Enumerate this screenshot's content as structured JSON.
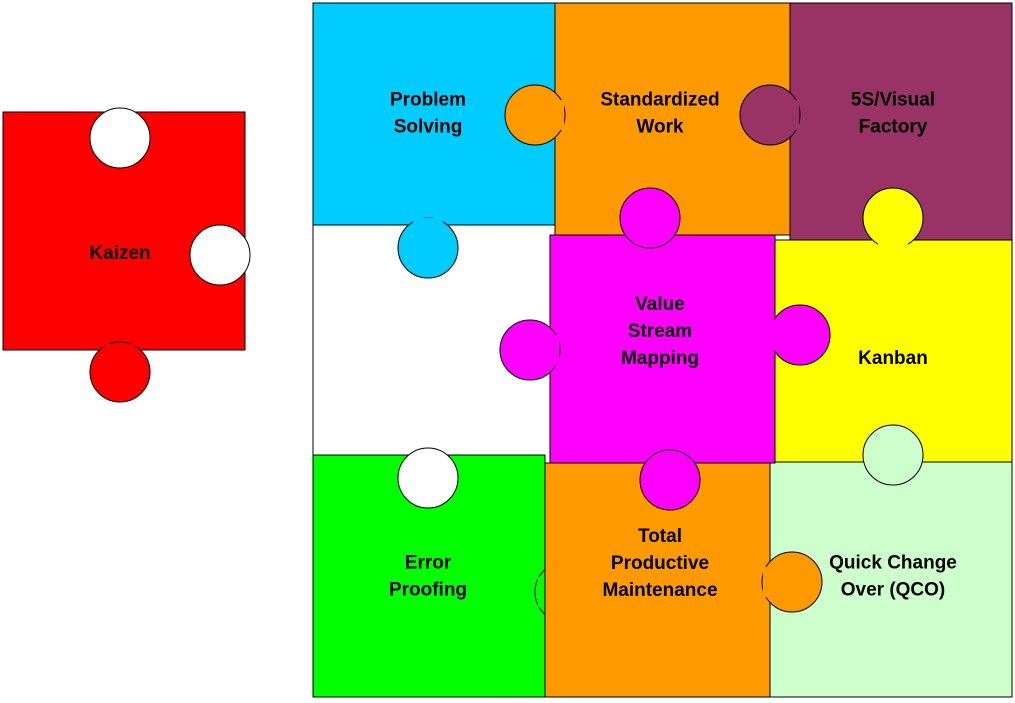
{
  "title": "Lean tools puzzle",
  "pieces": [
    {
      "id": "kaizen",
      "lines": [
        "Kaizen"
      ],
      "color": "#FF0000"
    },
    {
      "id": "problem-solving",
      "lines": [
        "Problem",
        "Solving"
      ],
      "color": "#00CCFF"
    },
    {
      "id": "standardized-work",
      "lines": [
        "Standardized",
        "Work"
      ],
      "color": "#FF9900"
    },
    {
      "id": "5s-visual-factory",
      "lines": [
        "5S/Visual",
        "Factory"
      ],
      "color": "#993366"
    },
    {
      "id": "value-stream-mapping",
      "lines": [
        "Value",
        "Stream",
        "Mapping"
      ],
      "color": "#FF00FF"
    },
    {
      "id": "kanban",
      "lines": [
        "Kanban"
      ],
      "color": "#FFFF00"
    },
    {
      "id": "error-proofing",
      "lines": [
        "Error",
        "Proofing"
      ],
      "color": "#00FF00"
    },
    {
      "id": "total-productive-maintenance",
      "lines": [
        "Total",
        "Productive",
        "Maintenance"
      ],
      "color": "#FF9900"
    },
    {
      "id": "quick-change-over",
      "lines": [
        "Quick Change",
        "Over (QCO)"
      ],
      "color": "#CCFFCC"
    }
  ]
}
